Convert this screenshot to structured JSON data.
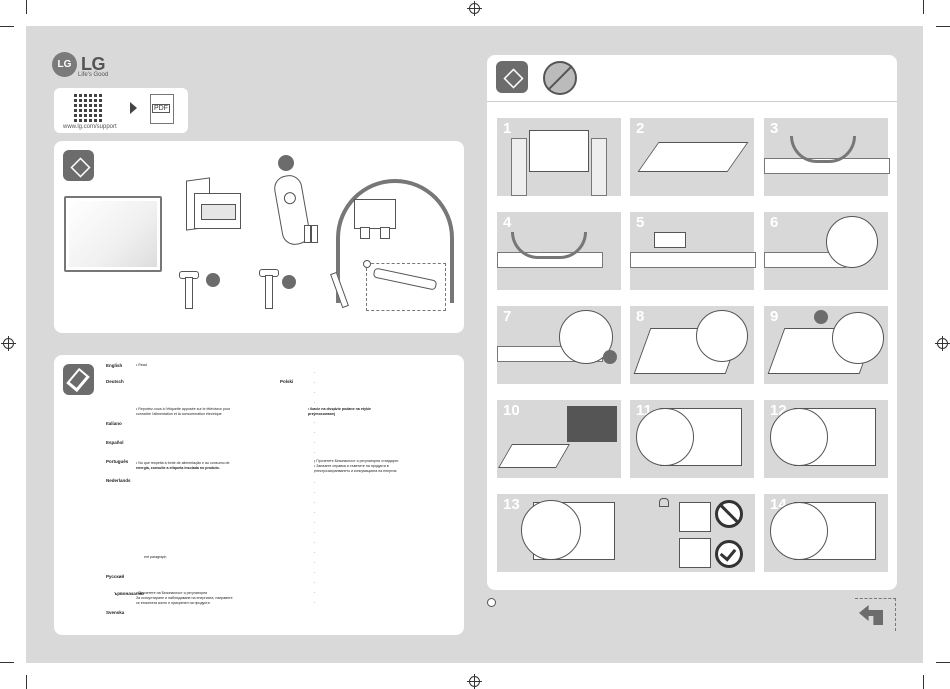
{
  "brand": {
    "logo_mark": "LG",
    "logo_word": "LG",
    "tagline": "Life's Good"
  },
  "support": {
    "url": "www.lg.com/support",
    "pdf_label": "PDF"
  },
  "languages": [
    {
      "name": "English",
      "line": "• Read"
    },
    {
      "name": "Deutsch",
      "line": ""
    },
    {
      "name": "Italiano",
      "line": ""
    },
    {
      "name": "Español",
      "line": ""
    },
    {
      "name": "Português",
      "line": ""
    },
    {
      "name": "Nederlands",
      "line": ""
    },
    {
      "name": "Русский",
      "line": ""
    },
    {
      "name": "Svenska",
      "line": ""
    }
  ],
  "extra_labels": {
    "polski": "Polski",
    "bg_label": "ървоначално"
  },
  "text_snippets": {
    "fr_1": "• Reportez-vous à l'étiquette apposée sur le téléviseur pour",
    "fr_2": "connaître l'alimentation et la consommation électrique",
    "pt_1": "• No que respeita à fonte de alimentação e ao consumo de",
    "pt_2": "energia, consulte a etiqueta insolada no produto.",
    "pl_1": "•       ikacie na drzędzie podane na etykie",
    "pl_2": "przymocowanej",
    "ru_1": "• Прочетете Безопасност и регулаторни стандарти",
    "ru_2": "• Запазете справка и съветите на продукта в",
    "ru_3": "   електрозахранването и консумацията на енергия",
    "de_para": "ent paragraph",
    "ro_1": "• Прочетете на Безопасност и регулаторни",
    "ro_2": "  За консултиране и наблюдаване на енергията, направете",
    "ro_3": "  се етикетата които е прикрепен на продукта"
  },
  "steps": [
    "1",
    "2",
    "3",
    "4",
    "5",
    "6",
    "7",
    "8",
    "9",
    "10",
    "11",
    "12",
    "13",
    "14"
  ],
  "colors": {
    "sheet": "#d9d9d9",
    "panel": "#ffffff",
    "step_bg": "#d8d8d8",
    "icon_bg": "#6c6c6c"
  }
}
